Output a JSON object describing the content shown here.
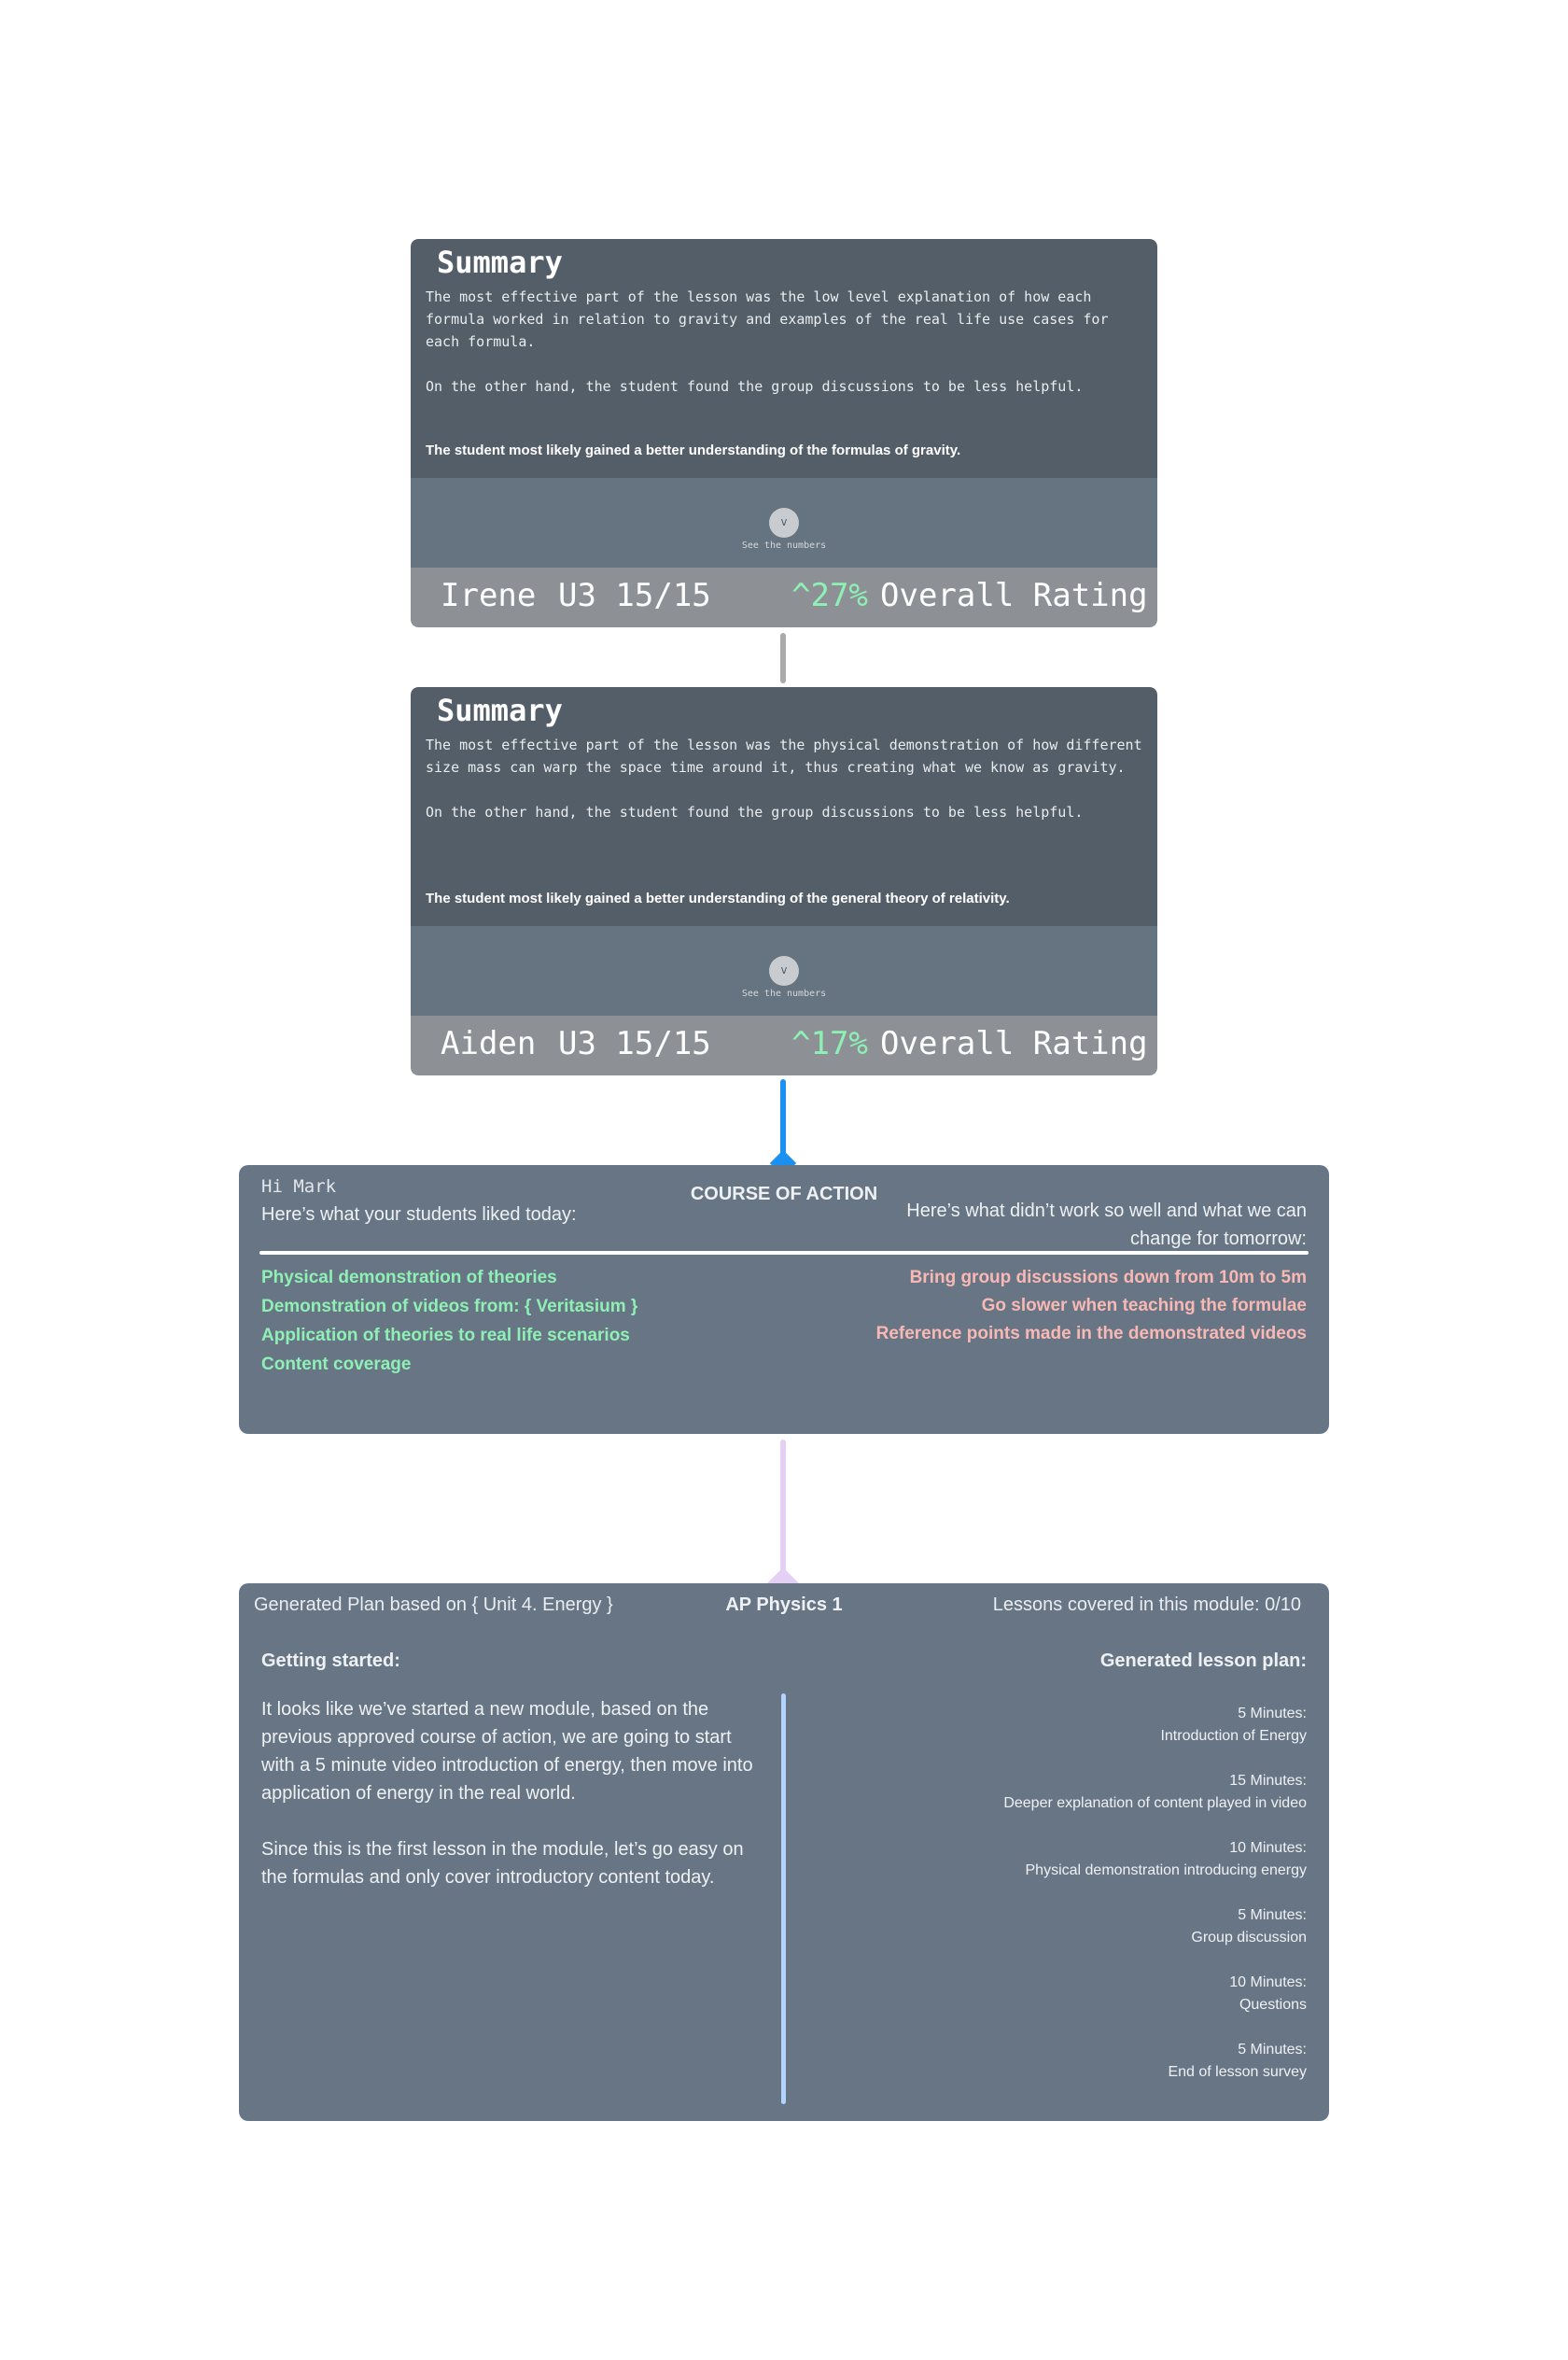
{
  "cards": [
    {
      "title": "Summary",
      "para1": "The most effective part of the lesson was the low level explanation of how each formula worked in relation to gravity and examples of the real life use cases for each formula.",
      "para2": "On the other hand, the student found the group discussions to be less helpful.",
      "conclusion": "The student most likely gained a better understanding of the formulas of gravity.",
      "expand_icon": "v",
      "expand_label": "See the numbers",
      "name": "Irene",
      "unit_score": "U3 15/15",
      "change": "^27%",
      "rating_label": "Overall Rating"
    },
    {
      "title": "Summary",
      "para1": "The most effective part of the lesson was the physical demonstration of how different size mass can warp the space time around it, thus creating what we know as gravity.",
      "para2": "On the other hand, the student found the group discussions to be less helpful.",
      "conclusion": "The student most likely gained a better understanding of the general theory of relativity.",
      "expand_icon": "v",
      "expand_label": "See the numbers",
      "name": "Aiden",
      "unit_score": "U3 15/15",
      "change": "^17%",
      "rating_label": "Overall Rating"
    }
  ],
  "course_of_action": {
    "greeting": "Hi Mark",
    "liked_heading": "Here’s what your students liked today:",
    "title": "COURSE OF ACTION",
    "improve_heading": "Here’s what didn’t work so well and what we can change for tomorrow:",
    "liked": [
      "Physical demonstration of theories",
      "Demonstration of videos from: { Veritasium }",
      "Application of theories to real life scenarios",
      "Content coverage"
    ],
    "changes": [
      "Bring group discussions down from 10m to 5m",
      "Go slower when teaching the formulae",
      "Reference points made in the demonstrated videos"
    ]
  },
  "plan": {
    "basis": "Generated Plan based on  { Unit 4. Energy }",
    "course": "AP Physics 1",
    "lessons_covered": "Lessons covered in this module: 0/10",
    "getting_started": "Getting started:",
    "text1": "It looks like we’ve started a new module, based on the previous approved course of action, we are going to start with a 5 minute video introduction of energy, then move into application of energy in the real world.",
    "text2": "Since this is the first lesson in the module, let’s go easy on the formulas and only cover introductory content today.",
    "generated_heading": "Generated lesson plan:",
    "steps": [
      {
        "time": "5 Minutes:",
        "activity": "Introduction of Energy"
      },
      {
        "time": "15 Minutes:",
        "activity": "Deeper explanation of content played in video"
      },
      {
        "time": "10 Minutes:",
        "activity": "Physical demonstration introducing energy"
      },
      {
        "time": "5 Minutes:",
        "activity": "Group discussion"
      },
      {
        "time": "10 Minutes:",
        "activity": "Questions"
      },
      {
        "time": "5 Minutes:",
        "activity": "End of lesson survey"
      }
    ]
  },
  "colors": {
    "card_dark": "#545e68",
    "card_mid": "#667380",
    "card_footer": "#8d9196",
    "panel": "#687584",
    "positive": "#8ef0b4",
    "negative": "#f8b8b4",
    "connector_gray": "#aaaaaa",
    "connector_blue": "#1a90f0",
    "connector_purple": "#e4cff5"
  }
}
